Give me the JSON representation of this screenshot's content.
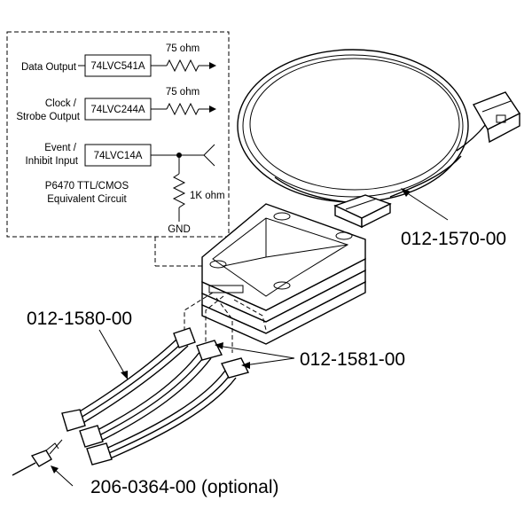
{
  "circuit": {
    "title_line1": "P6470 TTL/CMOS",
    "title_line2": "Equivalent Circuit",
    "rows": [
      {
        "label_lines": [
          "Data Output"
        ],
        "chip": "74LVC541A",
        "resistor": "75 ohm"
      },
      {
        "label_lines": [
          "Clock /",
          "Strobe Output"
        ],
        "chip": "74LVC244A",
        "resistor": "75 ohm"
      },
      {
        "label_lines": [
          "Event /",
          "Inhibit Input"
        ],
        "chip": "74LVC14A",
        "resistor": "1K ohm"
      }
    ],
    "ground": "GND"
  },
  "parts": {
    "cable": "012-1570-00",
    "leadset": "012-1580-00",
    "adapters": "012-1581-00",
    "clip": "206-0364-00 (optional)"
  }
}
